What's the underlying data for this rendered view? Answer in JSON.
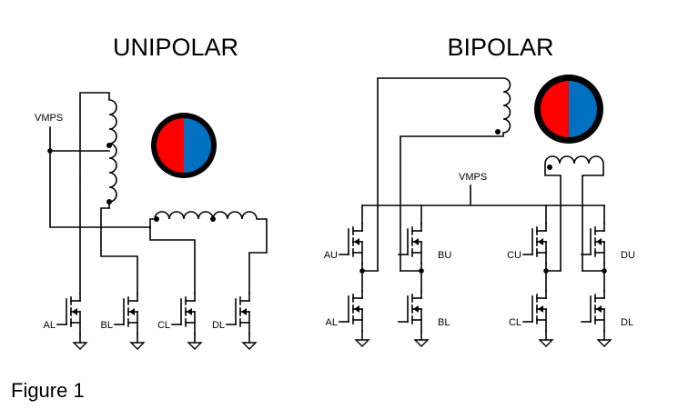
{
  "titles": {
    "unipolar": "UNIPOLAR",
    "bipolar": "BIPOLAR"
  },
  "supply_label": "VMPS",
  "unipolar_gates": [
    "AL",
    "BL",
    "CL",
    "DL"
  ],
  "bipolar_high_gates": [
    "AU",
    "BU",
    "CU",
    "DU"
  ],
  "bipolar_low_gates": [
    "AL",
    "BL",
    "CL",
    "DL"
  ],
  "caption": "Figure 1",
  "colors": {
    "rotor_red": "#ff0000",
    "rotor_blue": "#0070c0",
    "rotor_ring": "#000000",
    "wire": "#000000"
  }
}
